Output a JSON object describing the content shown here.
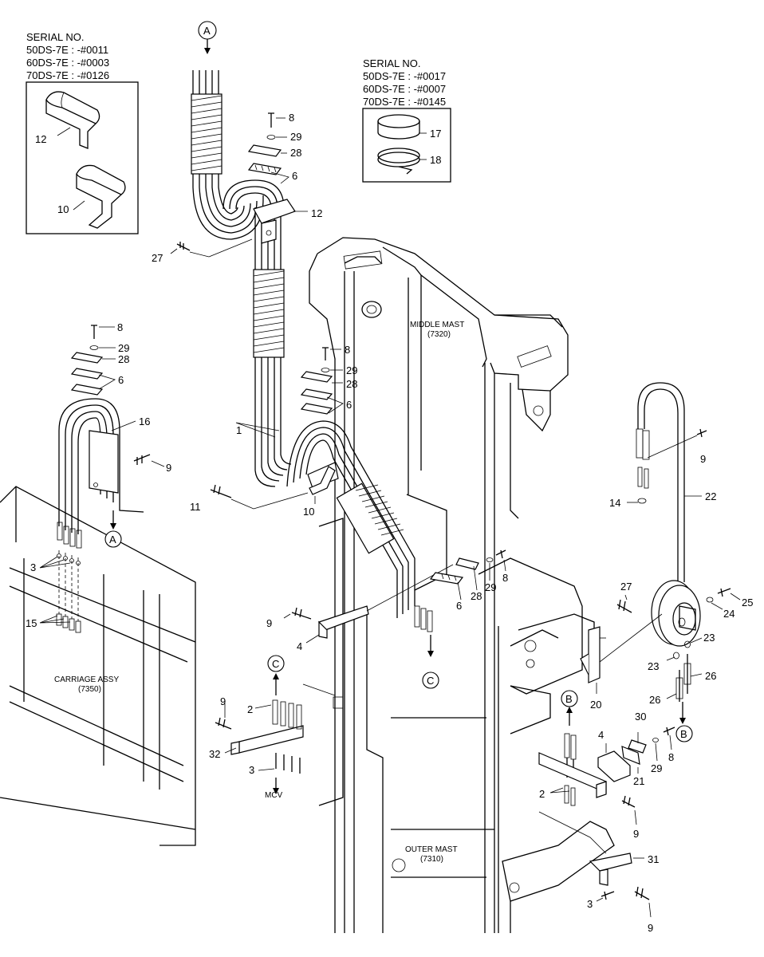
{
  "serial_box_left": {
    "title": "SERIAL NO.",
    "lines": [
      "50DS-7E : -#0011",
      "60DS-7E : -#0003",
      "70DS-7E : -#0126"
    ],
    "parts": [
      "12",
      "10"
    ]
  },
  "serial_box_right": {
    "title": "SERIAL NO.",
    "lines": [
      "50DS-7E : -#0017",
      "60DS-7E : -#0007",
      "70DS-7E : -#0145"
    ],
    "parts": [
      "17",
      "18"
    ]
  },
  "assemblies": {
    "middle_mast": [
      "MIDDLE MAST",
      "(7320)"
    ],
    "carriage": [
      "CARRIAGE ASSY",
      "(7350)"
    ],
    "outer_mast": [
      "OUTER MAST",
      "(7310)"
    ],
    "mcv": "MCV"
  },
  "connectors": {
    "a": "A",
    "b": "B",
    "c": "C"
  },
  "part_labels": {
    "p8a": "8",
    "p29a": "29",
    "p28a": "28",
    "p6a": "6",
    "p12": "12",
    "p27a": "27",
    "p8b": "8",
    "p29b": "29",
    "p28b": "28",
    "p6b": "6",
    "p16": "16",
    "p9a": "9",
    "p8c": "8",
    "p29c": "29",
    "p28c": "28",
    "p6c": "6",
    "p1": "1",
    "p10": "10",
    "p11": "11",
    "p3a": "3",
    "p15": "15",
    "p9b": "9",
    "p4a": "4",
    "p28d": "28",
    "p6d": "6",
    "p29d": "29",
    "p8d": "8",
    "p9c": "9",
    "p14": "14",
    "p22": "22",
    "p27b": "27",
    "p25": "25",
    "p24": "24",
    "p23a": "23",
    "p23b": "23",
    "p26a": "26",
    "p26b": "26",
    "p20": "20",
    "p30": "30",
    "p4b": "4",
    "p21": "21",
    "p29e": "29",
    "p8e": "8",
    "p2a": "2",
    "p9d": "9",
    "p32": "32",
    "p3b": "3",
    "p2b": "2",
    "p9e": "9",
    "p31": "31",
    "p3c": "3",
    "p9f": "9"
  }
}
